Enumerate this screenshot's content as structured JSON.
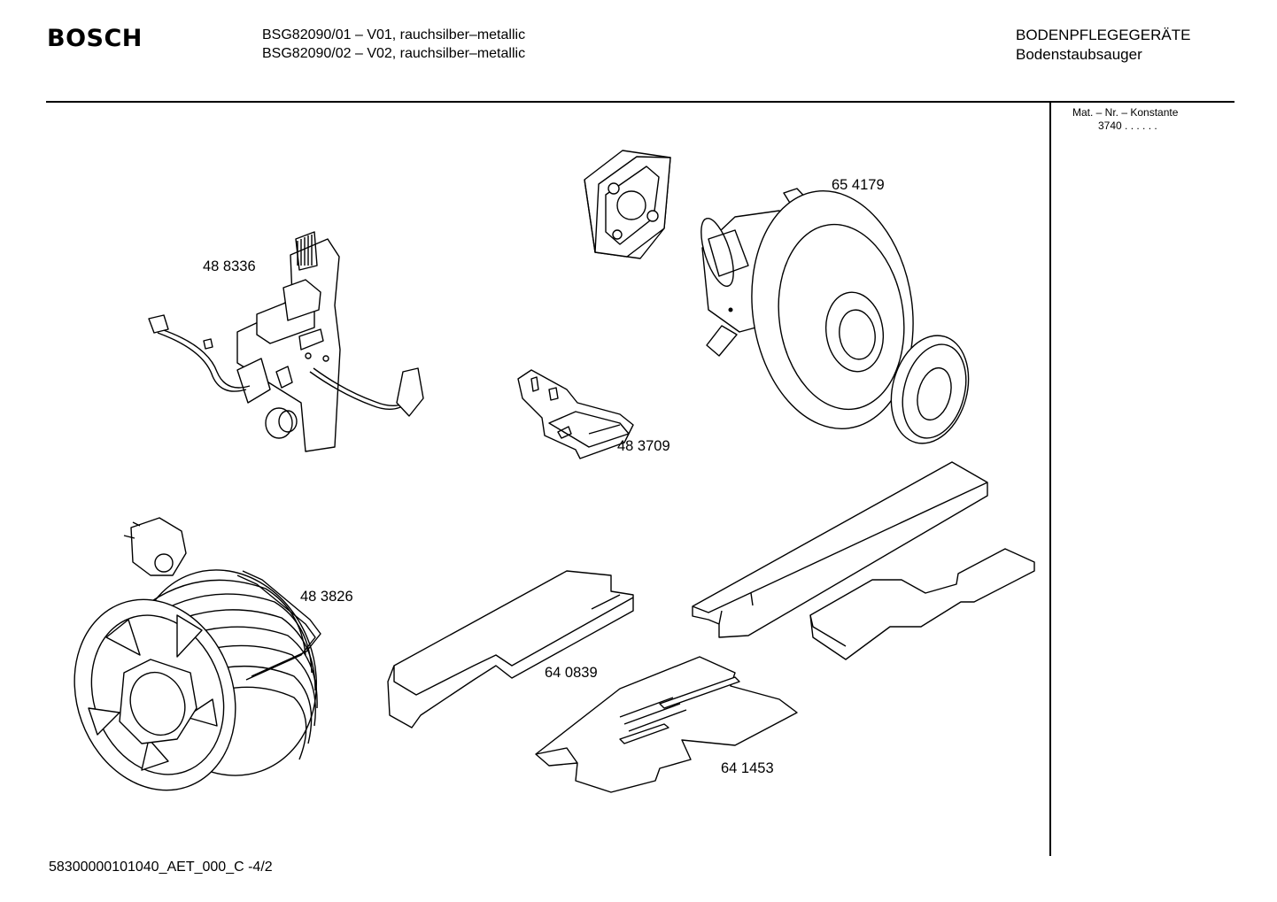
{
  "header": {
    "brand": "BOSCH",
    "models": [
      "BSG82090/01  – V01, rauchsilber–metallic",
      "BSG82090/02  – V02, rauchsilber–metallic"
    ],
    "category": "BODENPFLEGEGERÄTE",
    "subcategory": "Bodenstaubsauger"
  },
  "sidebar": {
    "mat_label": "Mat. – Nr. – Konstante",
    "mat_value": "3740 .  .  .  .  .  ."
  },
  "parts": [
    {
      "number": "65 4179",
      "icon": "motor-icon"
    },
    {
      "number": "48 8336",
      "icon": "circuit-board-icon"
    },
    {
      "number": "48 3709",
      "icon": "switch-clip-icon"
    },
    {
      "number": "48 3826",
      "icon": "cable-reel-icon"
    },
    {
      "number": "64 0839",
      "icon": "filter-plate-icon"
    },
    {
      "number": "64 1453",
      "icon": "foam-pad-icon"
    }
  ],
  "footer": {
    "code": "58300000101040_AET_000_C   -4/2"
  }
}
